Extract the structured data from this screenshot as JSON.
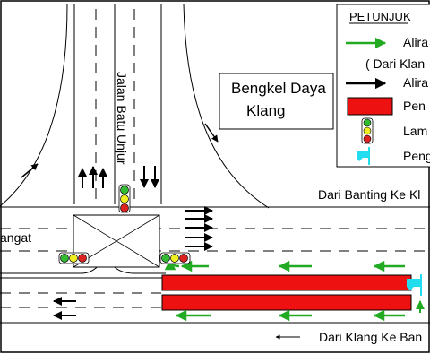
{
  "labels": {
    "jalan_batu_unjur": "Jalan Batu Unjur",
    "bengkel_line1": "Bengkel Daya",
    "bengkel_line2": "Klang",
    "dari_banting": "Dari Banting Ke Kl",
    "angat": "angat",
    "dari_klang": "Dari Klang Ke Ban"
  },
  "legend": {
    "title": "PETUNJUK",
    "items": [
      {
        "line1": "Alira",
        "line2": "( Dari Klan"
      },
      {
        "line1": "Alira"
      },
      {
        "line1": "Pen"
      },
      {
        "line1": "Lam"
      },
      {
        "line1": "Peng"
      }
    ]
  },
  "colors": {
    "green_arrow": "#22aa22",
    "black_arrow": "#000000",
    "closure_red": "#ee1111",
    "signal_red": "#dd2222",
    "signal_yellow": "#eeee22",
    "signal_green": "#33bb33",
    "flag_cyan": "#22ddee"
  }
}
